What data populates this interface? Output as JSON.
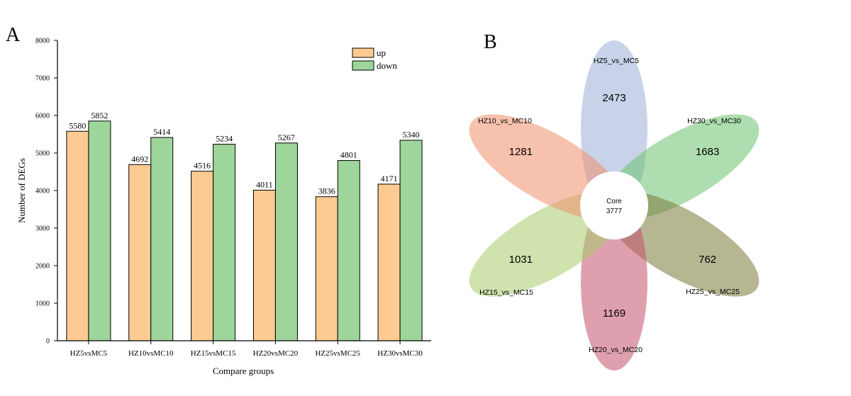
{
  "panels": {
    "a_label": "A",
    "b_label": "B"
  },
  "chart_data": {
    "type": "bar",
    "title": "",
    "xlabel": "Compare groups",
    "ylabel": "Number of DEGs",
    "ylim": [
      0,
      8000
    ],
    "yticks": [
      0,
      1000,
      2000,
      3000,
      4000,
      5000,
      6000,
      7000,
      8000
    ],
    "grid": false,
    "legend_position": "top-right",
    "categories": [
      "HZ5vsMC5",
      "HZ10vsMC10",
      "HZ15vsMC15",
      "HZ20vsMC20",
      "HZ25vsMC25",
      "HZ30vsMC30"
    ],
    "series": [
      {
        "name": "up",
        "color": "#fdcb92",
        "values": [
          5580,
          4692,
          4516,
          4011,
          3836,
          4171
        ]
      },
      {
        "name": "down",
        "color": "#9ed59a",
        "values": [
          5852,
          5414,
          5234,
          5267,
          4801,
          5340
        ]
      }
    ]
  },
  "venn": {
    "core_label": "Core",
    "core_value": "3777",
    "petals": [
      {
        "name": "HZ5_vs_MC5",
        "value": "2473",
        "color": "#9aaed8"
      },
      {
        "name": "HZ30_vs_MC30",
        "value": "1683",
        "color": "#6cc270"
      },
      {
        "name": "HZ25_vs_MC25",
        "value": "762",
        "color": "#7a7a3a"
      },
      {
        "name": "HZ20_vs_MC20",
        "value": "1169",
        "color": "#c2526e"
      },
      {
        "name": "HZ15_vs_MC15",
        "value": "1031",
        "color": "#a9cc6c"
      },
      {
        "name": "HZ10_vs_MC10",
        "value": "1281",
        "color": "#ef8f6c"
      }
    ]
  }
}
